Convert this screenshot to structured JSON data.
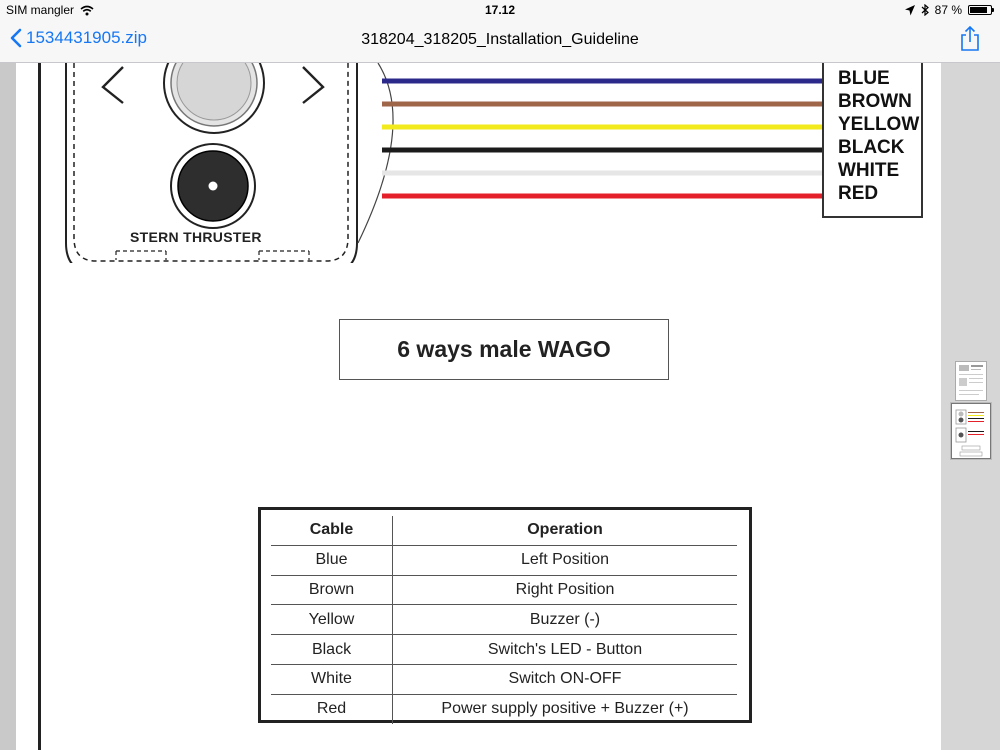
{
  "status_bar": {
    "carrier": "SIM mangler",
    "time": "17.12",
    "battery": "87 %",
    "battery_level": 0.87,
    "icons": [
      "wifi-icon",
      "location-arrow-icon",
      "bluetooth-icon",
      "battery-icon"
    ]
  },
  "nav": {
    "back_label": "1534431905.zip",
    "title": "318204_318205_Installation_Guideline",
    "icons": [
      "chevron-left-icon",
      "share-icon"
    ]
  },
  "document": {
    "panel_label": "STERN THRUSTER",
    "wires": [
      {
        "label": "BLUE",
        "color": "#2b2a8a"
      },
      {
        "label": "BROWN",
        "color": "#a0664a"
      },
      {
        "label": "YELLOW",
        "color": "#f3ea1d"
      },
      {
        "label": "BLACK",
        "color": "#1b1b1b"
      },
      {
        "label": "WHITE",
        "color": "#e6e6e6"
      },
      {
        "label": "RED",
        "color": "#e4202a"
      }
    ],
    "connector_title": "6 ways male WAGO",
    "table": {
      "headers": [
        "Cable",
        "Operation"
      ],
      "rows": [
        [
          "Blue",
          "Left Position"
        ],
        [
          "Brown",
          "Right Position"
        ],
        [
          "Yellow",
          "Buzzer (-)"
        ],
        [
          "Black",
          "Switch's LED - Button"
        ],
        [
          "White",
          "Switch ON-OFF"
        ],
        [
          "Red",
          "Power supply positive + Buzzer (+)"
        ]
      ]
    }
  },
  "accent_color": "#1677f4"
}
